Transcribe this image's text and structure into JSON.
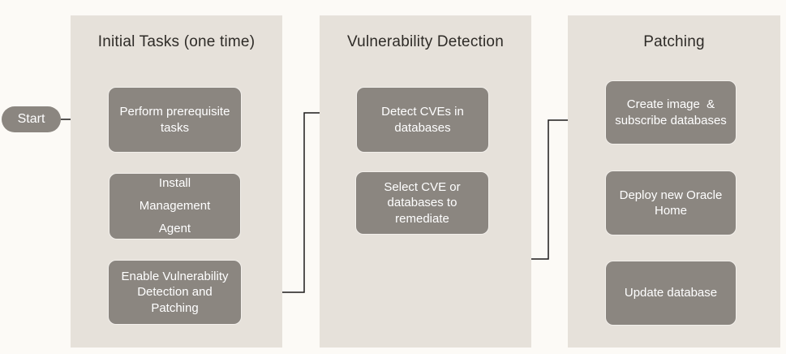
{
  "diagram": {
    "start": {
      "label": "Start"
    },
    "columns": [
      {
        "title": "Initial Tasks (one time)",
        "boxes": [
          {
            "label": "Perform prerequisite\ntasks"
          },
          {
            "label": "Install\nManagement\nAgent"
          },
          {
            "label": "Enable Vulnerability\nDetection and\nPatching"
          }
        ]
      },
      {
        "title": "Vulnerability Detection",
        "boxes": [
          {
            "label": "Detect CVEs in\ndatabases"
          },
          {
            "label": "Select CVE or\ndatabases to\nremediate"
          }
        ]
      },
      {
        "title": "Patching",
        "boxes": [
          {
            "label": "Create image  &\nsubscribe databases"
          },
          {
            "label": "Deploy new Oracle\nHome"
          },
          {
            "label": "Update database"
          }
        ]
      }
    ],
    "colors": {
      "page_bg": "#fcfaf6",
      "panel_bg": "#e6e1da",
      "node_fill": "#8b8680",
      "node_border": "#f2efeb",
      "node_text": "#ffffff",
      "title_text": "#2e2b27",
      "connector": "#1d1b1a"
    }
  }
}
